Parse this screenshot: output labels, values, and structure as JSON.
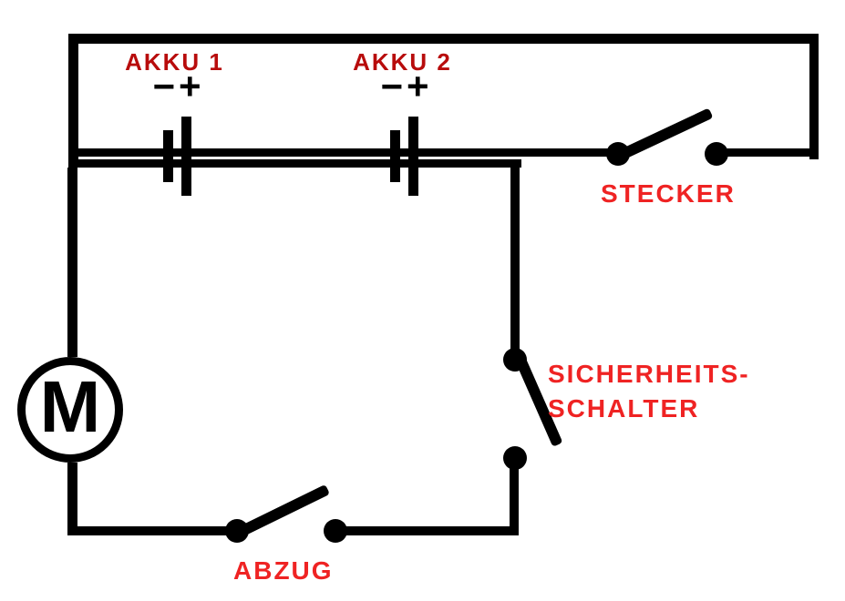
{
  "colors": {
    "background": "#ffffff",
    "wire": "#000000",
    "battery_label": "#b80c0c",
    "switch_label": "#ef2323"
  },
  "components": {
    "motor": {
      "label": "M"
    },
    "battery1": {
      "label": "AKKU 1",
      "minus": "−",
      "plus": "+"
    },
    "battery2": {
      "label": "AKKU 2",
      "minus": "−",
      "plus": "+"
    },
    "plug_switch": {
      "label": "STECKER"
    },
    "safety_switch": {
      "label_line1": "SICHERHEITS-",
      "label_line2": "SCHALTER"
    },
    "trigger_switch": {
      "label": "ABZUG"
    }
  }
}
